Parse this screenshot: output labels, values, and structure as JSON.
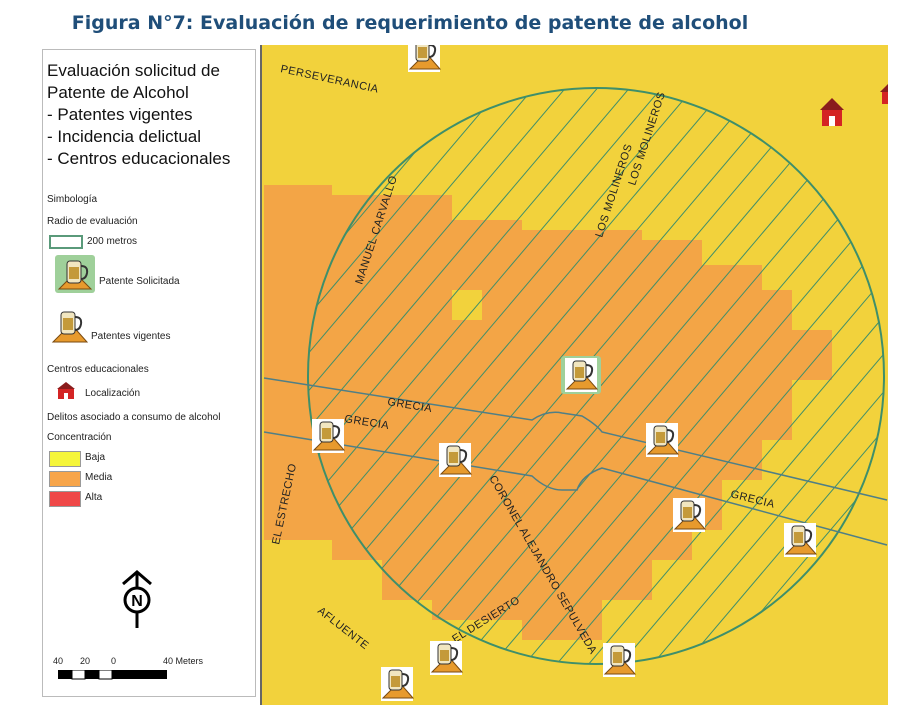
{
  "figure_title": "Figura N°7: Evaluación de requerimiento de patente de alcohol",
  "legend": {
    "title_lines": [
      "Evaluación solicitud de",
      "Patente de Alcohol",
      "- Patentes vigentes",
      "- Incidencia delictual",
      "- Centros educacionales"
    ],
    "simbologia": "Simbología",
    "radio_heading": "Radio de evaluación",
    "radio_label": "200 metros",
    "patente_solicitada": "Patente Solicitada",
    "patentes_vigentes": "Patentes vigentes",
    "centros_heading": "Centros educacionales",
    "localizacion": "Localización",
    "delitos_heading": "Delitos asociado a consumo de alcohol",
    "concentracion": "Concentración",
    "classes": [
      {
        "label": "Baja",
        "color": "#f5f53a"
      },
      {
        "label": "Media",
        "color": "#f7a54a"
      },
      {
        "label": "Alta",
        "color": "#ef4848"
      }
    ],
    "north_label": "N",
    "scale_ticks": [
      "40",
      "20",
      "0",
      "40 Meters"
    ]
  },
  "map": {
    "colors": {
      "low": "#f2d23c",
      "medium": "#f3a546",
      "circle": "#3f8f6a",
      "road": "#4f7f86"
    },
    "streets": [
      "PERSEVERANCIA",
      "MANUEL CARVALLO",
      "LOS MOLINEROS",
      "LOS MOLINEROS",
      "GRECIA",
      "GRECIA",
      "GRECIA",
      "EL ESTRECHO",
      "CORONEL ALEJANDRO SEPULVEDA",
      "EL DESIERTO",
      "AFLUENTE"
    ]
  }
}
